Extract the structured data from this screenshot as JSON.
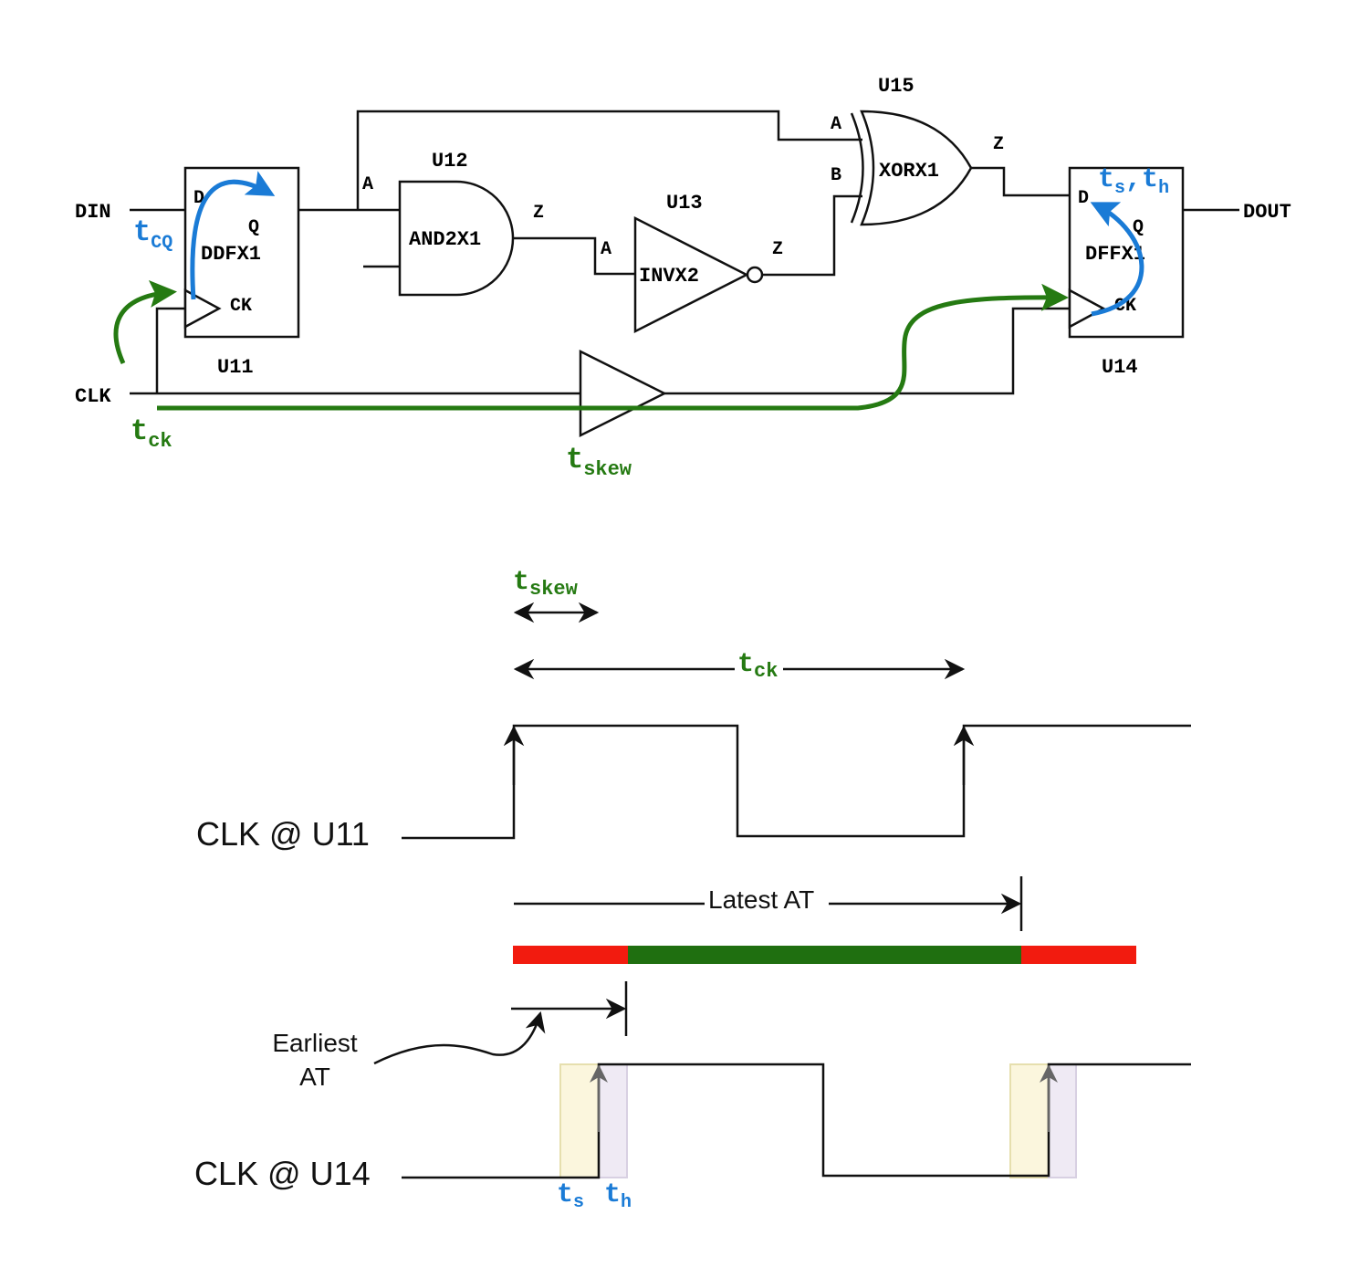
{
  "colors": {
    "ink": "#111111",
    "blue": "#1a7bd6",
    "green": "#257a12",
    "red": "#f21b0f",
    "valid_green": "#1f6f10",
    "setup_fill": "#fbf6dd",
    "hold_fill": "#efeaf4"
  },
  "circuit": {
    "ports": {
      "din": "DIN",
      "clk": "CLK",
      "dout": "DOUT"
    },
    "u11": {
      "name": "U11",
      "cell": "DDFX1",
      "pin_d": "D",
      "pin_q": "Q",
      "pin_ck": "CK"
    },
    "u12": {
      "name": "U12",
      "cell": "AND2X1",
      "pin_a": "A",
      "pin_z": "Z"
    },
    "u13": {
      "name": "U13",
      "cell": "INVX2",
      "pin_a": "A",
      "pin_z": "Z"
    },
    "u15": {
      "name": "U15",
      "cell": "XORX1",
      "pin_a": "A",
      "pin_b": "B",
      "pin_z": "Z"
    },
    "u14": {
      "name": "U14",
      "cell": "DFFX1",
      "pin_d": "D",
      "pin_q": "Q",
      "pin_ck": "CK"
    },
    "annotations": {
      "t_cq": {
        "base": "t",
        "sub": "CQ"
      },
      "t_ck": {
        "base": "t",
        "sub": "ck"
      },
      "t_skew": {
        "base": "t",
        "sub": "skew"
      },
      "t_s": {
        "base": "t",
        "sub": "s"
      },
      "t_h": {
        "base": "t",
        "sub": "h"
      },
      "separator": ","
    }
  },
  "timing": {
    "t_skew": {
      "base": "t",
      "sub": "skew"
    },
    "t_ck": {
      "base": "t",
      "sub": "ck"
    },
    "clk_u11_label": "CLK @ U11",
    "clk_u14_label": "CLK @ U14",
    "latest_at": "Latest AT",
    "earliest_at_line1": "Earliest",
    "earliest_at_line2": "AT",
    "t_s": {
      "base": "t",
      "sub": "s"
    },
    "t_h": {
      "base": "t",
      "sub": "h"
    }
  }
}
